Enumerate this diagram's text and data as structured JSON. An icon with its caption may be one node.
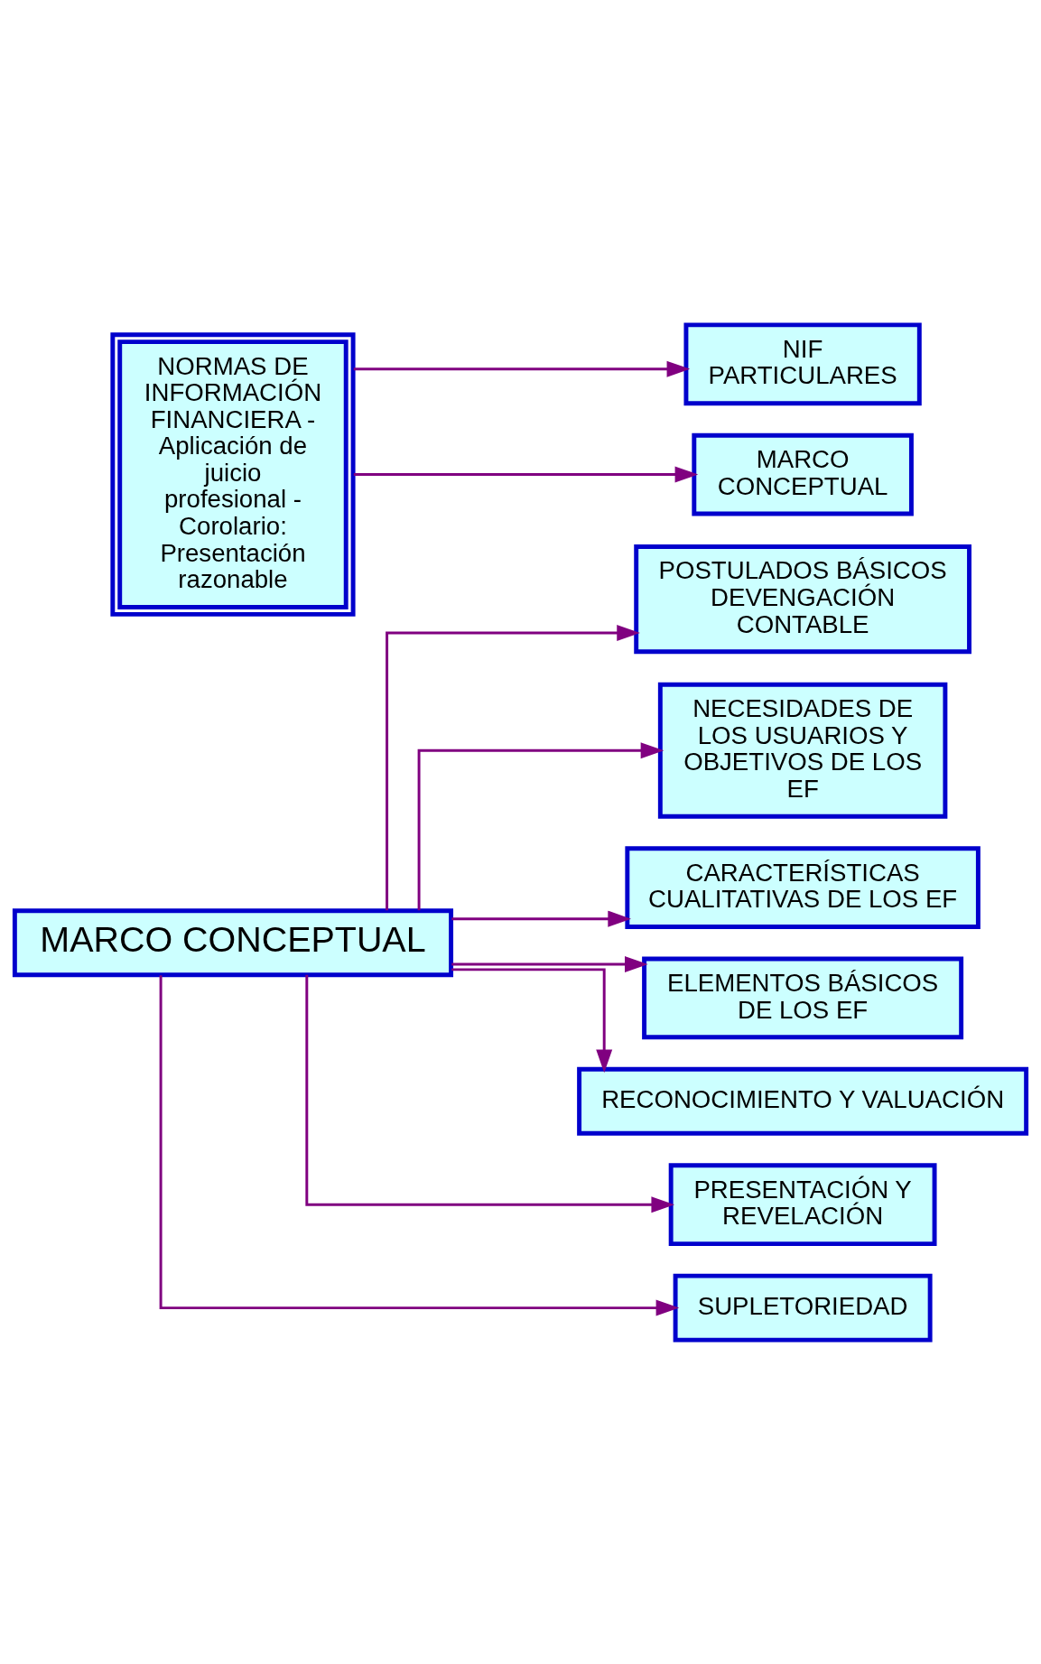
{
  "diagram": {
    "nodes": [
      {
        "text": [
          "NORMAS DE INFORMACIÓN FINANCIERA - Aplicación de juicio profesional - Corolario: Presentación razonable"
        ]
      },
      {
        "text": [
          "NIF PARTICULARES"
        ]
      },
      {
        "text": [
          "MARCO CONCEPTUAL"
        ]
      },
      {
        "text": [
          "MARCO CONCEPTUAL"
        ]
      },
      {
        "text": [
          "POSTULADOS BÁSICOS DEVENGACIÓN CONTABLE"
        ]
      },
      {
        "text": [
          "NECESIDADES DE LOS USUARIOS Y OBJETIVOS DE LOS EF"
        ]
      },
      {
        "text": [
          "CARACTERÍSTICAS CUALITATIVAS DE LOS EF"
        ]
      },
      {
        "text": [
          "ELEMENTOS BÁSICOS DE LOS EF"
        ]
      },
      {
        "text": [
          "RECONOCIMIENTO Y VALUACIÓN"
        ]
      },
      {
        "text": [
          "PRESENTACIÓN Y REVELACIÓN"
        ]
      },
      {
        "text": [
          "SUPLETORIEDAD"
        ]
      }
    ],
    "edges": [
      {
        "from": 0,
        "to": 1,
        "arrow": "to"
      },
      {
        "from": 0,
        "to": 2,
        "arrow": "to"
      },
      {
        "from": 3,
        "to": 4,
        "arrow": "to"
      },
      {
        "from": 3,
        "to": 5,
        "arrow": "to"
      },
      {
        "from": 3,
        "to": 6,
        "arrow": "to"
      },
      {
        "from": 3,
        "to": 7,
        "arrow": "to"
      },
      {
        "from": 3,
        "to": 8,
        "arrow": "to"
      },
      {
        "from": 3,
        "to": 9,
        "arrow": "to"
      },
      {
        "from": 3,
        "to": 10,
        "arrow": "to"
      }
    ]
  }
}
